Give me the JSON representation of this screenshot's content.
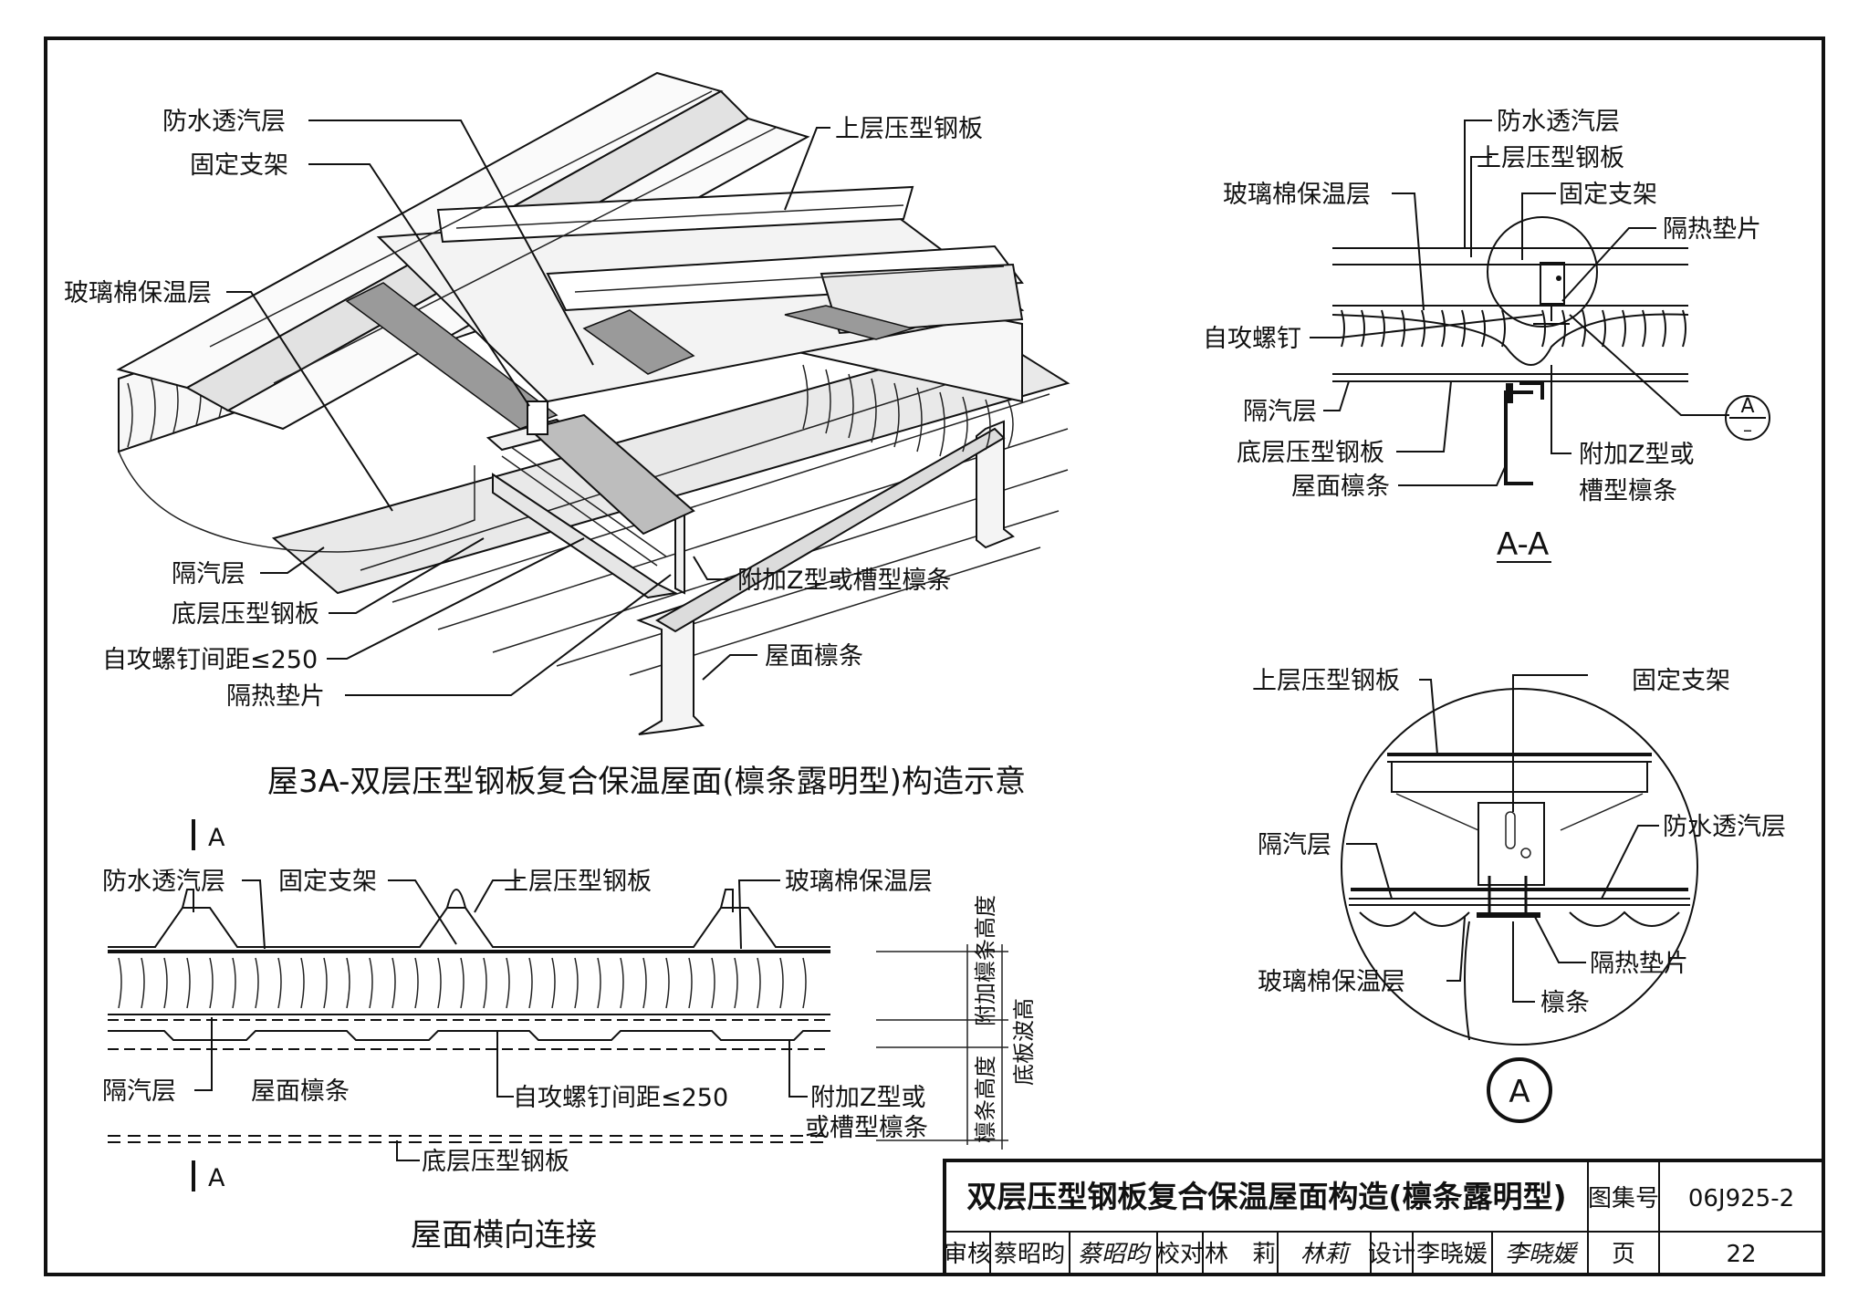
{
  "iso_view": {
    "labels": {
      "waterproof_membrane": "防水透汽层",
      "fixed_bracket": "固定支架",
      "upper_steel_sheet": "上层压型钢板",
      "glass_wool": "玻璃棉保温层",
      "vapor_barrier": "隔汽层",
      "bottom_steel_sheet": "底层压型钢板",
      "screw_spacing": "自攻螺钉间距≤250",
      "thermal_pad": "隔热垫片",
      "additional_purlin": "附加Z型或槽型檩条",
      "roof_purlin": "屋面檩条"
    },
    "caption": "屋3A-双层压型钢板复合保温屋面(檩条露明型)构造示意"
  },
  "section_aa": {
    "labels": {
      "waterproof_membrane": "防水透汽层",
      "upper_steel_sheet": "上层压型钢板",
      "glass_wool": "玻璃棉保温层",
      "fixed_bracket": "固定支架",
      "thermal_pad": "隔热垫片",
      "self_tapping_screw": "自攻螺钉",
      "vapor_barrier": "隔汽层",
      "bottom_steel_sheet": "底层压型钢板",
      "roof_purlin": "屋面檩条",
      "additional_purlin_line1": "附加Z型或",
      "additional_purlin_line2": "槽型檩条"
    },
    "callout_letter": "A",
    "callout_dash": "–",
    "title": "A-A"
  },
  "detail_a": {
    "labels": {
      "upper_steel_sheet": "上层压型钢板",
      "fixed_bracket": "固定支架",
      "vapor_barrier": "隔汽层",
      "waterproof_membrane": "防水透汽层",
      "glass_wool": "玻璃棉保温层",
      "thermal_pad": "隔热垫片",
      "purlin": "檩条"
    },
    "marker": "A"
  },
  "transverse": {
    "cut_mark_top": "A",
    "cut_mark_bottom": "A",
    "labels": {
      "waterproof_membrane": "防水透汽层",
      "fixed_bracket": "固定支架",
      "upper_steel_sheet": "上层压型钢板",
      "glass_wool": "玻璃棉保温层",
      "vapor_barrier": "隔汽层",
      "roof_purlin": "屋面檩条",
      "screw_spacing": "自攻螺钉间距≤250",
      "additional_purlin_line1": "附加Z型或",
      "additional_purlin_line2": "或槽型檩条",
      "bottom_steel_sheet": "底层压型钢板"
    },
    "dimensions": {
      "additional_purlin_height": "附加檩条高度",
      "purlin_height": "檩条高度",
      "bottom_sheet_height": "底板波高"
    },
    "caption": "屋面横向连接"
  },
  "title_block": {
    "title": "双层压型钢板复合保温屋面构造(檩条露明型)",
    "atlas_label": "图集号",
    "atlas_number": "06J925-2",
    "review_label": "审核",
    "reviewer": "蔡昭昀",
    "reviewer_signature": "蔡昭昀",
    "check_label": "校对",
    "checker": "林　莉",
    "checker_signature": "林莉",
    "design_label": "设计",
    "designer": "李晓媛",
    "designer_signature": "李晓媛",
    "page_label": "页",
    "page_number": "22"
  }
}
